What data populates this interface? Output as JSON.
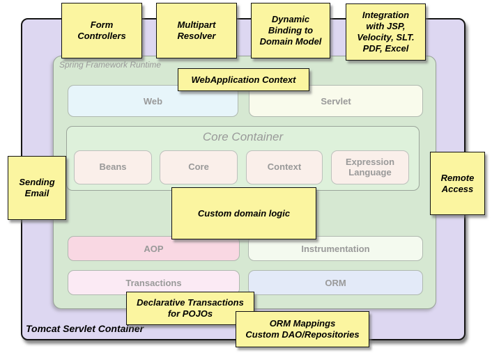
{
  "colors": {
    "note_fill": "#FBF5A0",
    "note_border": "#101010",
    "tomcat_container_fill": "#DDD7F1",
    "runtime_container_fill": "#D6E8D2",
    "core_container_fill": "#DEF1DB",
    "web_fill": "#E7F5FA",
    "servlet_fill": "#F9FBEC",
    "core_module_fill": "#FAEFEA",
    "aop_fill": "#F9D8E3",
    "instrumentation_fill": "#F4FAEF",
    "transactions_fill": "#FBEAF4",
    "orm_fill": "#E3EAF8",
    "muted_label_text": "#999999"
  },
  "diagram": {
    "tomcat": {
      "label": "Tomcat Servlet Container"
    },
    "runtime": {
      "label": "Spring Framework Runtime"
    },
    "modules": {
      "web": "Web",
      "servlet": "Servlet",
      "aop": "AOP",
      "instrumentation": "Instrumentation",
      "transactions": "Transactions",
      "orm": "ORM"
    },
    "core_container": {
      "title": "Core Container",
      "modules": [
        "Beans",
        "Core",
        "Context",
        "Expression\nLanguage"
      ]
    }
  },
  "notes": [
    {
      "id": "form-controllers",
      "text": "Form\nControllers"
    },
    {
      "id": "multipart-resolver",
      "text": "Multipart\nResolver"
    },
    {
      "id": "dynamic-binding",
      "text": "Dynamic\nBinding to\nDomain Model"
    },
    {
      "id": "integration-views",
      "text": "Integration\nwith JSP,\nVelocity, SLT.\nPDF, Excel"
    },
    {
      "id": "webapplication-context",
      "text": "WebApplication Context"
    },
    {
      "id": "sending-email",
      "text": "Sending\nEmail"
    },
    {
      "id": "remote-access",
      "text": "Remote\nAccess"
    },
    {
      "id": "custom-domain-logic",
      "text": "Custom domain logic"
    },
    {
      "id": "declarative-transactions",
      "text": "Declarative Transactions\nfor POJOs"
    },
    {
      "id": "orm-mappings",
      "text": "ORM Mappings\nCustom DAO/Repositories"
    }
  ]
}
